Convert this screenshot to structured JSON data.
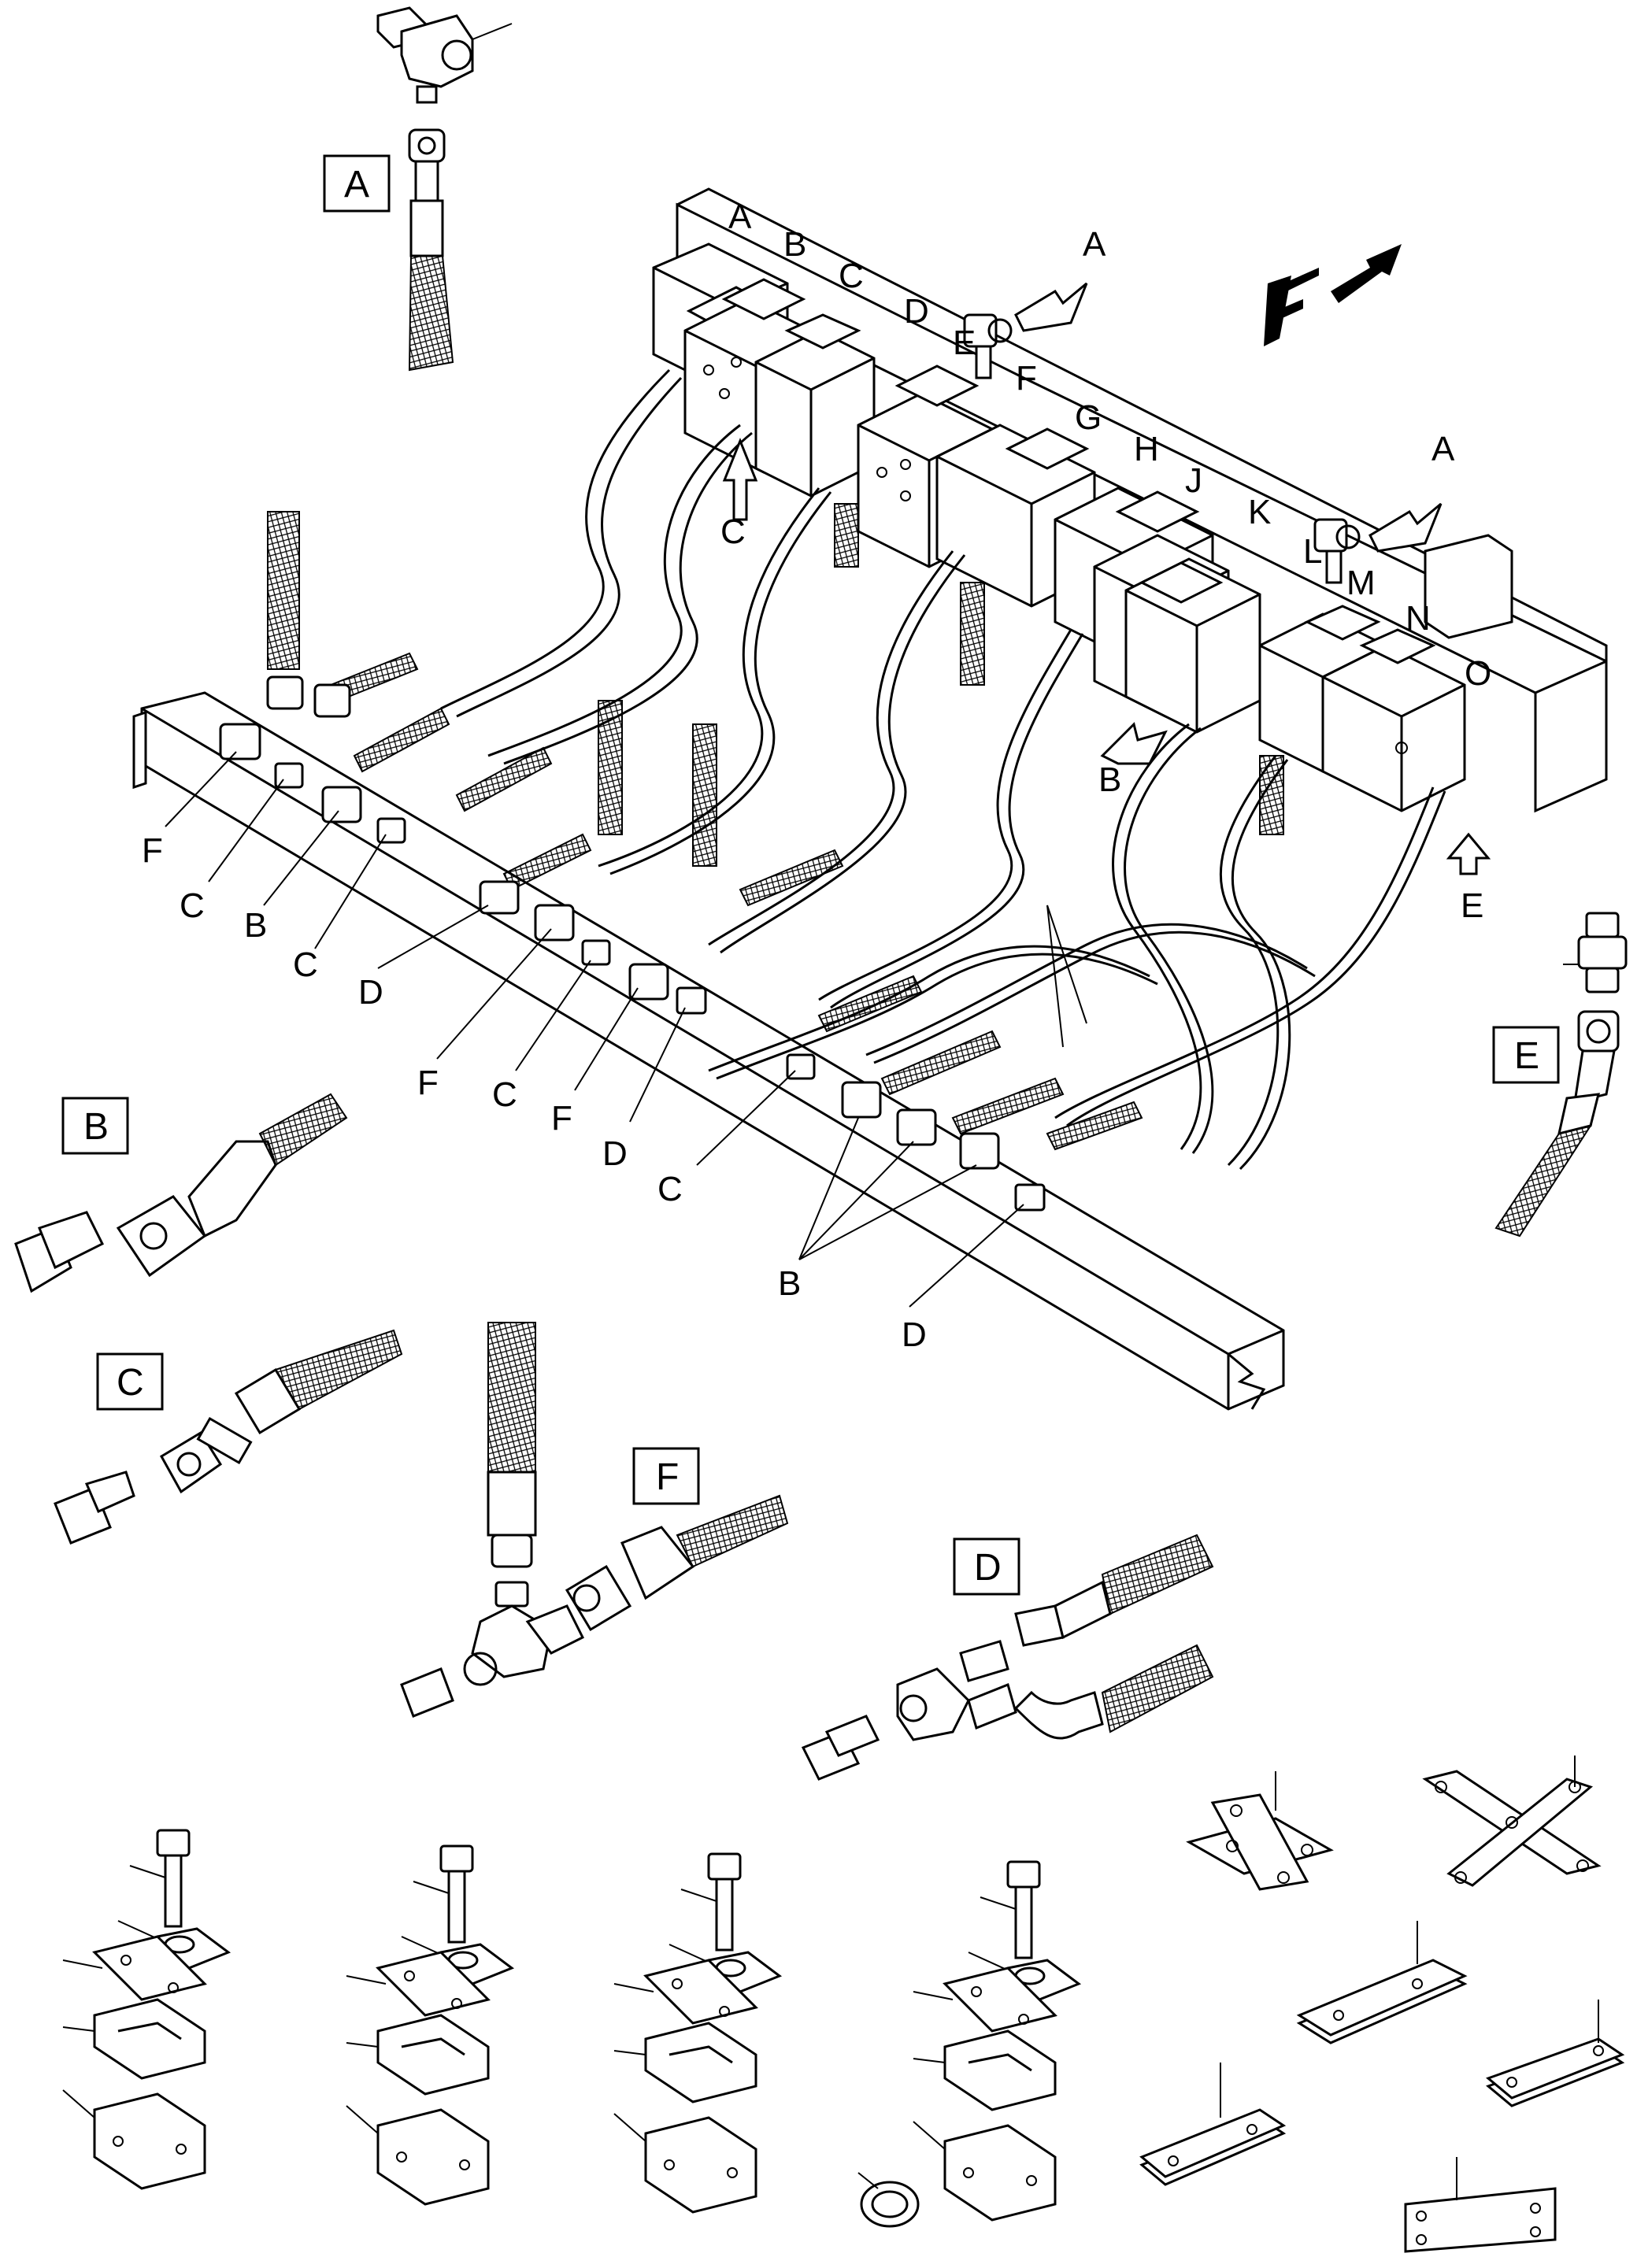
{
  "block_letters": [
    "A",
    "B",
    "C",
    "D",
    "E",
    "F",
    "G",
    "H",
    "J",
    "K",
    "L",
    "M",
    "N",
    "O"
  ],
  "detail_boxes": {
    "a": "A",
    "b": "B",
    "c": "C",
    "d": "D",
    "e": "E",
    "f": "F"
  },
  "arrow_labels": {
    "a1": "A",
    "a2": "A",
    "b": "B",
    "c": "C",
    "e": "E"
  },
  "callouts": {
    "f1": "F",
    "c1": "C",
    "b1": "B",
    "c2": "C",
    "d1": "D",
    "f2": "F",
    "c3": "C",
    "f3": "F",
    "d2": "D",
    "c4": "C",
    "b2": "B",
    "d3": "D"
  },
  "front_symbol": "F"
}
